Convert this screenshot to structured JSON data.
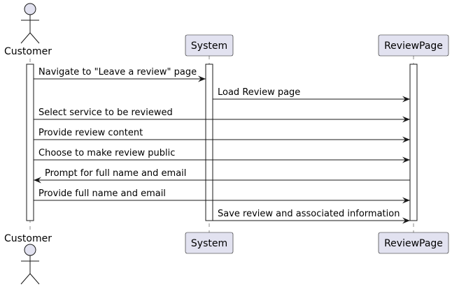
{
  "participants": [
    {
      "id": "customer",
      "label": "Customer",
      "kind": "actor"
    },
    {
      "id": "system",
      "label": "System",
      "kind": "participant"
    },
    {
      "id": "reviewpage",
      "label": "ReviewPage",
      "kind": "participant"
    }
  ],
  "messages": [
    {
      "from": "customer",
      "to": "system",
      "text": "Navigate to \"Leave a review\" page"
    },
    {
      "from": "system",
      "to": "reviewpage",
      "text": "Load Review page"
    },
    {
      "from": "customer",
      "to": "reviewpage",
      "text": "Select service to be reviewed"
    },
    {
      "from": "customer",
      "to": "reviewpage",
      "text": "Provide review content"
    },
    {
      "from": "customer",
      "to": "reviewpage",
      "text": "Choose to make review public"
    },
    {
      "from": "reviewpage",
      "to": "customer",
      "text": "Prompt for full name and email"
    },
    {
      "from": "customer",
      "to": "reviewpage",
      "text": "Provide full name and email"
    },
    {
      "from": "system",
      "to": "reviewpage",
      "text": "Save review and associated information"
    }
  ],
  "colors": {
    "box_fill": "#e2e2f0",
    "line": "#181818",
    "background": "#ffffff"
  }
}
